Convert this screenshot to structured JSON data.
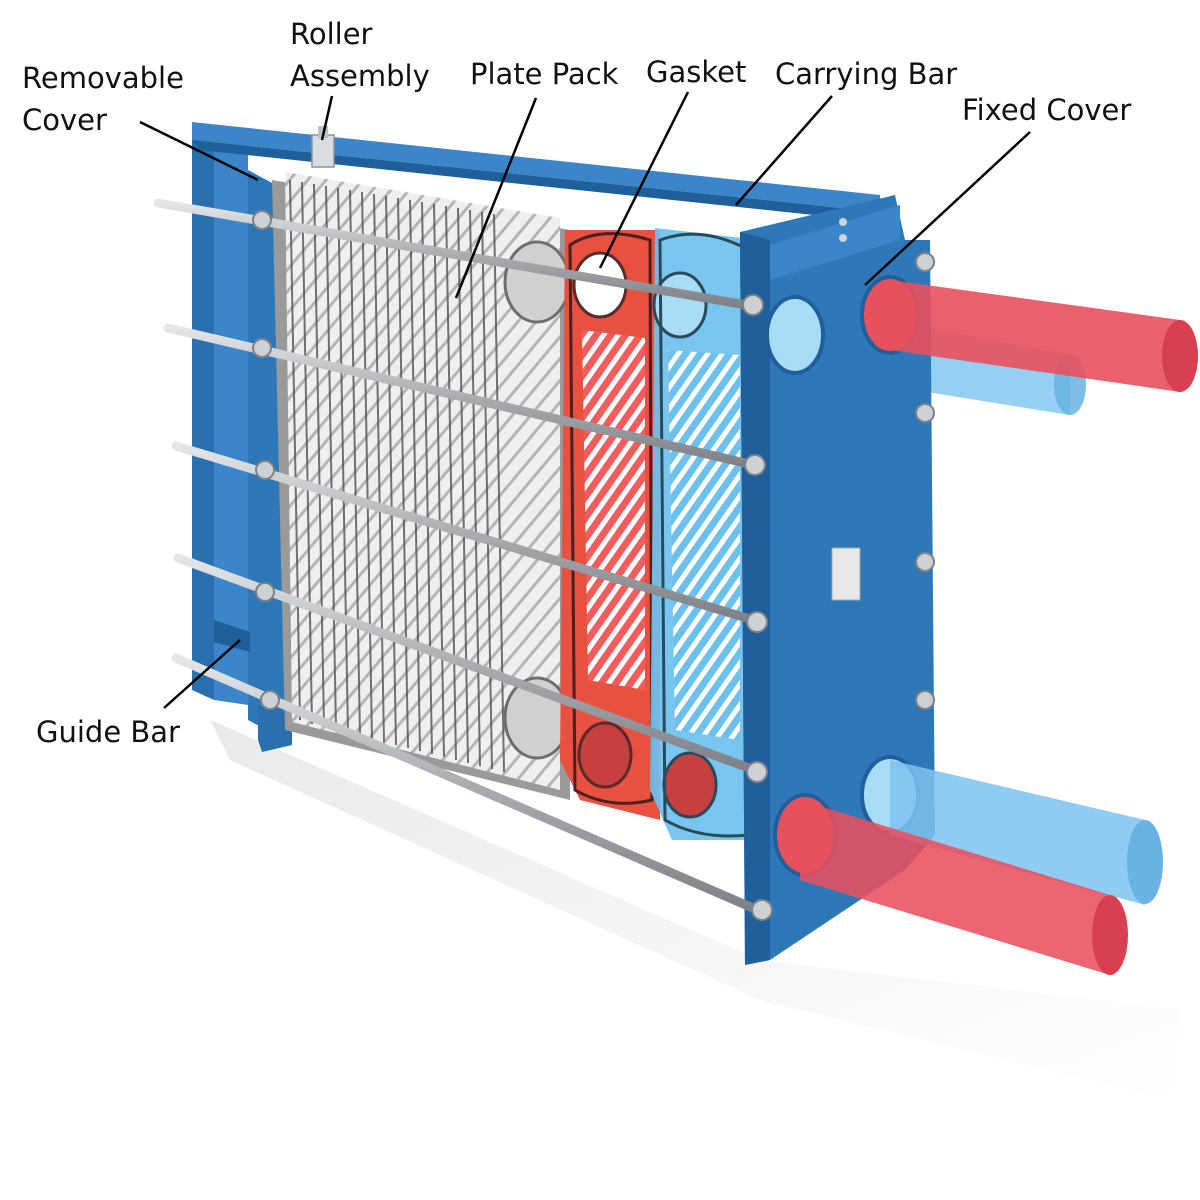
{
  "labels": {
    "removable_cover_line1": "Removable",
    "removable_cover_line2": "Cover",
    "roller_assembly_line1": "Roller",
    "roller_assembly_line2": "Assembly",
    "plate_pack": "Plate Pack",
    "gasket": "Gasket",
    "carrying_bar": "Carrying Bar",
    "fixed_cover": "Fixed Cover",
    "guide_bar": "Guide Bar"
  },
  "colors": {
    "frame_blue": "#2f78b8",
    "frame_blue_dark": "#1f5f9c",
    "hot_pipe": "#e8505e",
    "cold_pipe": "#7cc3ee",
    "gasket_plate_red": "#e8503f",
    "plate_blue": "#6cc0ee",
    "plate_pack_grey": "#b9b9b9",
    "rod_grey": "#a9adb2"
  }
}
